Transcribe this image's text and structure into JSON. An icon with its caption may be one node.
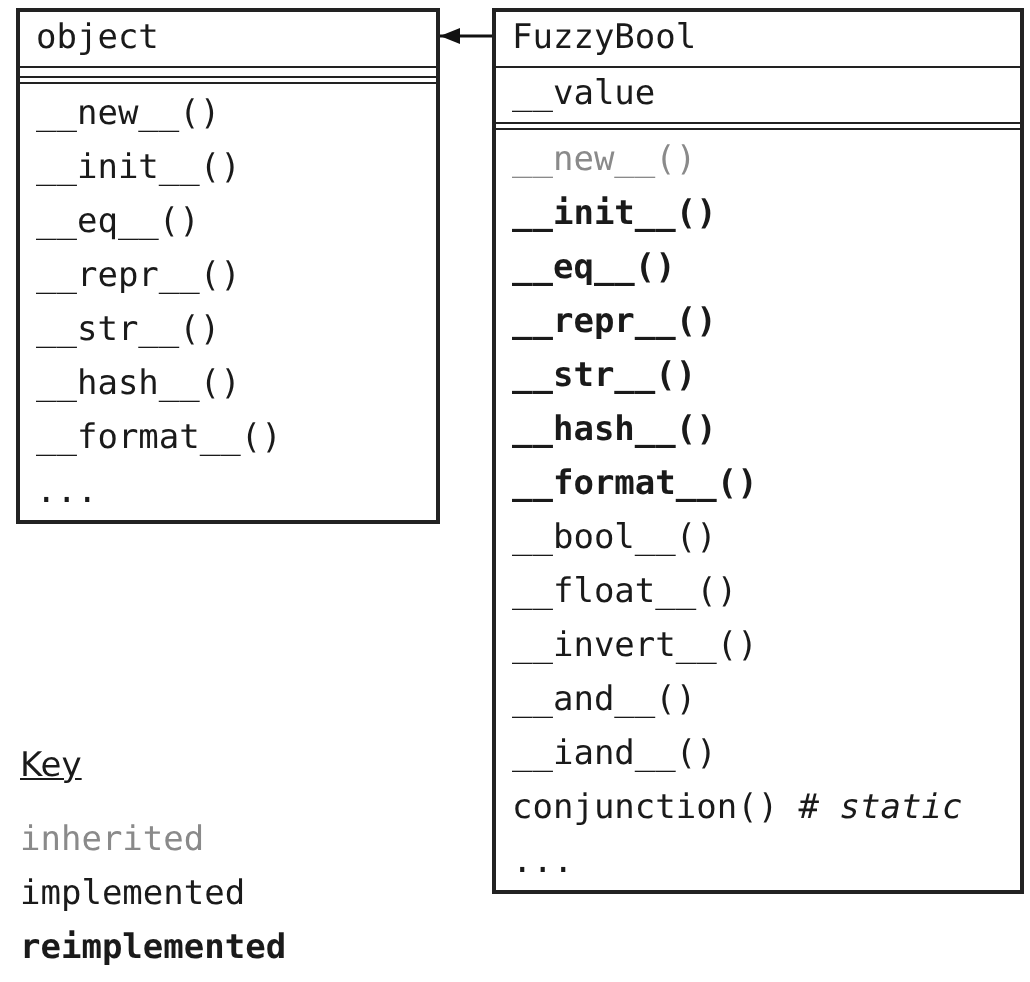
{
  "diagram": {
    "nodes": [
      {
        "text": [
          "object",
          "__new__()",
          "__init__()",
          "__eq__()",
          "__repr__()",
          "__str__()",
          "__hash__()",
          "__format__()",
          "..."
        ]
      },
      {
        "text": [
          "FuzzyBool",
          "__value",
          "__new__()",
          "__init__()",
          "__eq__()",
          "__repr__()",
          "__str__()",
          "__hash__()",
          "__format__()",
          "__bool__()",
          "__float__()",
          "__invert__()",
          "__and__()",
          "__iand__()",
          "conjunction() # *static*",
          "..."
        ]
      }
    ],
    "edges": [
      {
        "from": 1,
        "to": 0,
        "arrow": "to"
      }
    ],
    "labels": [
      "Key"
    ],
    "legend": [
      {
        "text": "inherited"
      },
      {
        "text": "implemented"
      },
      {
        "text": "reimplemented"
      }
    ]
  }
}
